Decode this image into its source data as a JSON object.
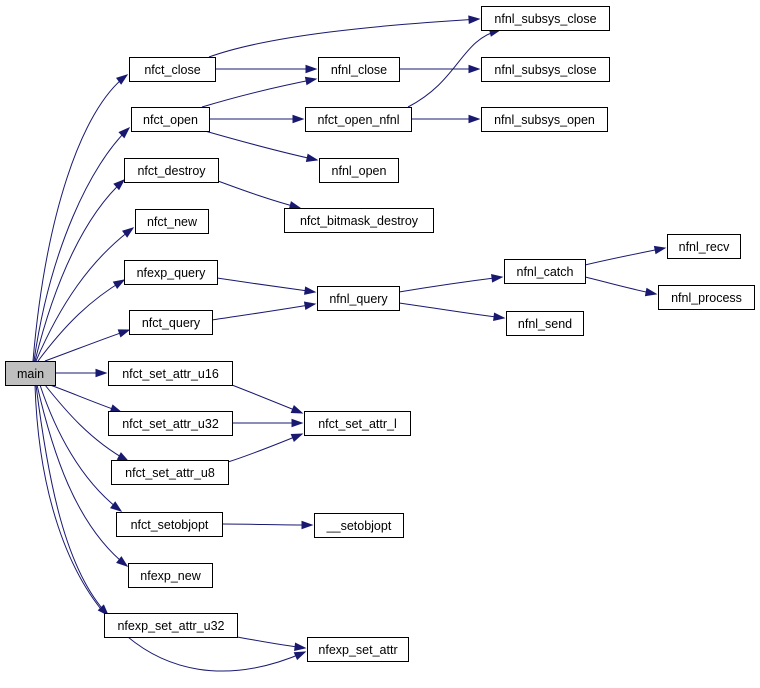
{
  "diagram": {
    "type": "call-graph",
    "colors": {
      "edge": "#191970",
      "root_fill": "#bfbfbf",
      "node_fill": "#ffffff",
      "node_border": "#000000"
    },
    "nodes": [
      {
        "id": "main",
        "label": "main"
      },
      {
        "id": "nfct_close",
        "label": "nfct_close"
      },
      {
        "id": "nfct_open",
        "label": "nfct_open"
      },
      {
        "id": "nfct_destroy",
        "label": "nfct_destroy"
      },
      {
        "id": "nfct_new",
        "label": "nfct_new"
      },
      {
        "id": "nfexp_query",
        "label": "nfexp_query"
      },
      {
        "id": "nfct_query",
        "label": "nfct_query"
      },
      {
        "id": "nfct_set_attr_u16",
        "label": "nfct_set_attr_u16"
      },
      {
        "id": "nfct_set_attr_u32",
        "label": "nfct_set_attr_u32"
      },
      {
        "id": "nfct_set_attr_u8",
        "label": "nfct_set_attr_u8"
      },
      {
        "id": "nfct_setobjopt",
        "label": "nfct_setobjopt"
      },
      {
        "id": "nfexp_new",
        "label": "nfexp_new"
      },
      {
        "id": "nfexp_set_attr_u32",
        "label": "nfexp_set_attr_u32"
      },
      {
        "id": "nfnl_close",
        "label": "nfnl_close"
      },
      {
        "id": "nfct_open_nfnl",
        "label": "nfct_open_nfnl"
      },
      {
        "id": "nfnl_open",
        "label": "nfnl_open"
      },
      {
        "id": "nfct_bitmask_destroy",
        "label": "nfct_bitmask_destroy"
      },
      {
        "id": "nfnl_query",
        "label": "nfnl_query"
      },
      {
        "id": "nfct_set_attr_l",
        "label": "nfct_set_attr_l"
      },
      {
        "id": "setobjopt",
        "label": "__setobjopt"
      },
      {
        "id": "nfexp_set_attr",
        "label": "nfexp_set_attr"
      },
      {
        "id": "nfnl_subsys_close_top",
        "label": "nfnl_subsys_close"
      },
      {
        "id": "nfnl_subsys_close",
        "label": "nfnl_subsys_close"
      },
      {
        "id": "nfnl_subsys_open",
        "label": "nfnl_subsys_open"
      },
      {
        "id": "nfnl_catch",
        "label": "nfnl_catch"
      },
      {
        "id": "nfnl_send",
        "label": "nfnl_send"
      },
      {
        "id": "nfnl_recv",
        "label": "nfnl_recv"
      },
      {
        "id": "nfnl_process",
        "label": "nfnl_process"
      }
    ],
    "edges": [
      {
        "from": "main",
        "to": "nfct_close"
      },
      {
        "from": "main",
        "to": "nfct_open"
      },
      {
        "from": "main",
        "to": "nfct_destroy"
      },
      {
        "from": "main",
        "to": "nfct_new"
      },
      {
        "from": "main",
        "to": "nfexp_query"
      },
      {
        "from": "main",
        "to": "nfct_query"
      },
      {
        "from": "main",
        "to": "nfct_set_attr_u16"
      },
      {
        "from": "main",
        "to": "nfct_set_attr_u32"
      },
      {
        "from": "main",
        "to": "nfct_set_attr_u8"
      },
      {
        "from": "main",
        "to": "nfct_setobjopt"
      },
      {
        "from": "main",
        "to": "nfexp_new"
      },
      {
        "from": "main",
        "to": "nfexp_set_attr_u32"
      },
      {
        "from": "main",
        "to": "nfexp_set_attr"
      },
      {
        "from": "nfct_close",
        "to": "nfnl_subsys_close_top"
      },
      {
        "from": "nfct_close",
        "to": "nfnl_close"
      },
      {
        "from": "nfct_open",
        "to": "nfnl_close"
      },
      {
        "from": "nfct_open",
        "to": "nfct_open_nfnl"
      },
      {
        "from": "nfct_open",
        "to": "nfnl_open"
      },
      {
        "from": "nfnl_close",
        "to": "nfnl_subsys_close"
      },
      {
        "from": "nfct_open_nfnl",
        "to": "nfnl_subsys_close_top"
      },
      {
        "from": "nfct_open_nfnl",
        "to": "nfnl_subsys_open"
      },
      {
        "from": "nfct_destroy",
        "to": "nfct_bitmask_destroy"
      },
      {
        "from": "nfexp_query",
        "to": "nfnl_query"
      },
      {
        "from": "nfct_query",
        "to": "nfnl_query"
      },
      {
        "from": "nfnl_query",
        "to": "nfnl_catch"
      },
      {
        "from": "nfnl_query",
        "to": "nfnl_send"
      },
      {
        "from": "nfnl_catch",
        "to": "nfnl_recv"
      },
      {
        "from": "nfnl_catch",
        "to": "nfnl_process"
      },
      {
        "from": "nfct_set_attr_u16",
        "to": "nfct_set_attr_l"
      },
      {
        "from": "nfct_set_attr_u32",
        "to": "nfct_set_attr_l"
      },
      {
        "from": "nfct_set_attr_u8",
        "to": "nfct_set_attr_l"
      },
      {
        "from": "nfct_setobjopt",
        "to": "setobjopt"
      },
      {
        "from": "nfexp_set_attr_u32",
        "to": "nfexp_set_attr"
      }
    ]
  }
}
